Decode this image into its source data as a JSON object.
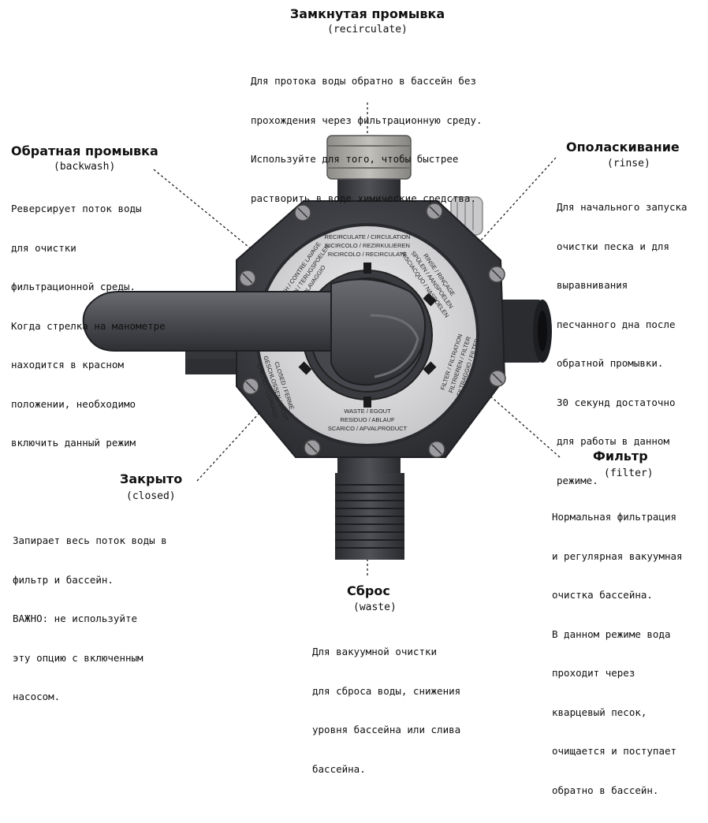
{
  "recirculate": {
    "title": "Замкнутая промывка",
    "sub": "(recirculate)",
    "lines": [
      "Для протока воды обратно в бассейн без",
      "прохождения через фильтрационную среду.",
      "Используйте для того, чтобы быстрее",
      "растворить в воде химические средства."
    ]
  },
  "backwash": {
    "title": "Обратная промывка",
    "sub": "(backwash)",
    "lines": [
      "Реверсирует поток воды",
      "для очистки",
      "фильтрационной среды.",
      "Когда стрелка на манометре",
      "находится в красном",
      "положении, необходимо",
      "включить данный режим"
    ]
  },
  "rinse": {
    "title": "Ополаскивание",
    "sub": "(rinse)",
    "lines": [
      "Для начального запуска",
      "очистки песка и для",
      "выравнивания",
      "песчанного дна после",
      "обратной промывки.",
      "30 секунд достаточно",
      "для работы в данном",
      "режиме."
    ]
  },
  "closed": {
    "title": "Закрыто",
    "sub": "(closed)",
    "lines": [
      "Запирает весь поток воды в",
      "фильтр и бассейн.",
      "ВАЖНО: не используйте",
      "эту опцию с включенным",
      "насосом."
    ]
  },
  "filter": {
    "title": "Фильтр",
    "sub": "(filter)",
    "lines": [
      "Нормальная фильтрация",
      "и регулярная вакуумная",
      "очистка бассейна.",
      "В данном режиме вода",
      "проходит через",
      "кварцевый песок,",
      "очищается и поступает",
      "обратно в бассейн."
    ]
  },
  "waste": {
    "title": "Сброс",
    "sub": "(waste)",
    "lines": [
      "Для вакуумной очистки",
      "для сброса воды, снижения",
      "уровня бассейна или слива",
      "бассейна."
    ]
  },
  "dial": {
    "recirculate": [
      "RECIRCULATE / CIRCULATION",
      "RICIRCOLO / REZIRKULIEREN",
      "RICIRCOLO / RECIRCULATE"
    ],
    "waste": [
      "WASTE / EGOUT",
      "RESIDUO / ABLAUF",
      "SCARICO / AFVALPRODUCT"
    ],
    "filter": [
      "FILTER / FILTRATION",
      "FILTRIEREN / FILTER",
      "FILTRAGGIO / FILTER"
    ],
    "rinse": [
      "RINSE / RINÇAGE",
      "SPÜLEN / AANSPOELEN",
      "RISCIACQUO / NASPOELEN"
    ],
    "backwash": [
      "BACKWASH / CONTRE LAVAGE",
      "RÜCKSPÜLEN / TERUGSPOELEN",
      "CONTROLAVAGGIO"
    ],
    "closed": [
      "CLOSED / FERMÉ",
      "GESCHLOSSEN / DICHT",
      "CHIUSO / CERRADO"
    ]
  },
  "colors": {
    "body": "#3c3d42",
    "dial": "#d9d9db",
    "handle": "#4a4b50",
    "cap": "#a9a8a3"
  }
}
